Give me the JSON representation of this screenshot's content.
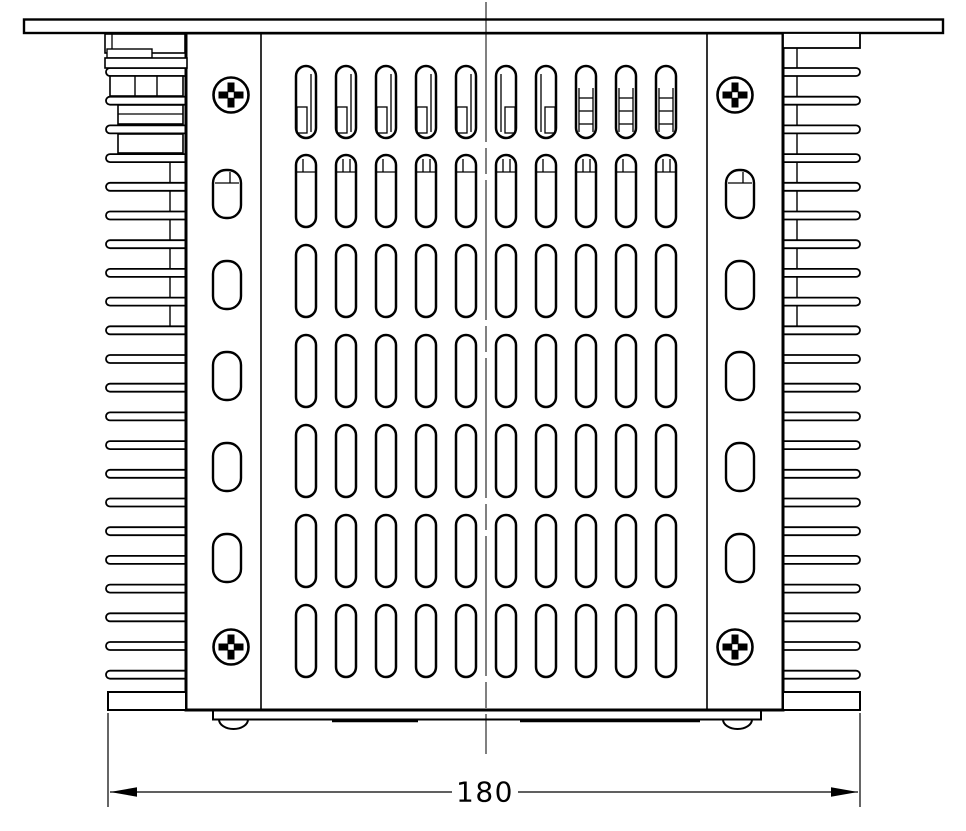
{
  "figure": {
    "type": "technical-drawing",
    "view": "front",
    "background": "#ffffff",
    "line_color": "#000000"
  },
  "dimension": {
    "label": "180"
  },
  "parts": {
    "vent_grid": {
      "columns": 10,
      "rows": 7
    },
    "rail_slots_per_side": 5,
    "screws_per_side": 2,
    "fins_per_side": 22,
    "feet": 2
  }
}
